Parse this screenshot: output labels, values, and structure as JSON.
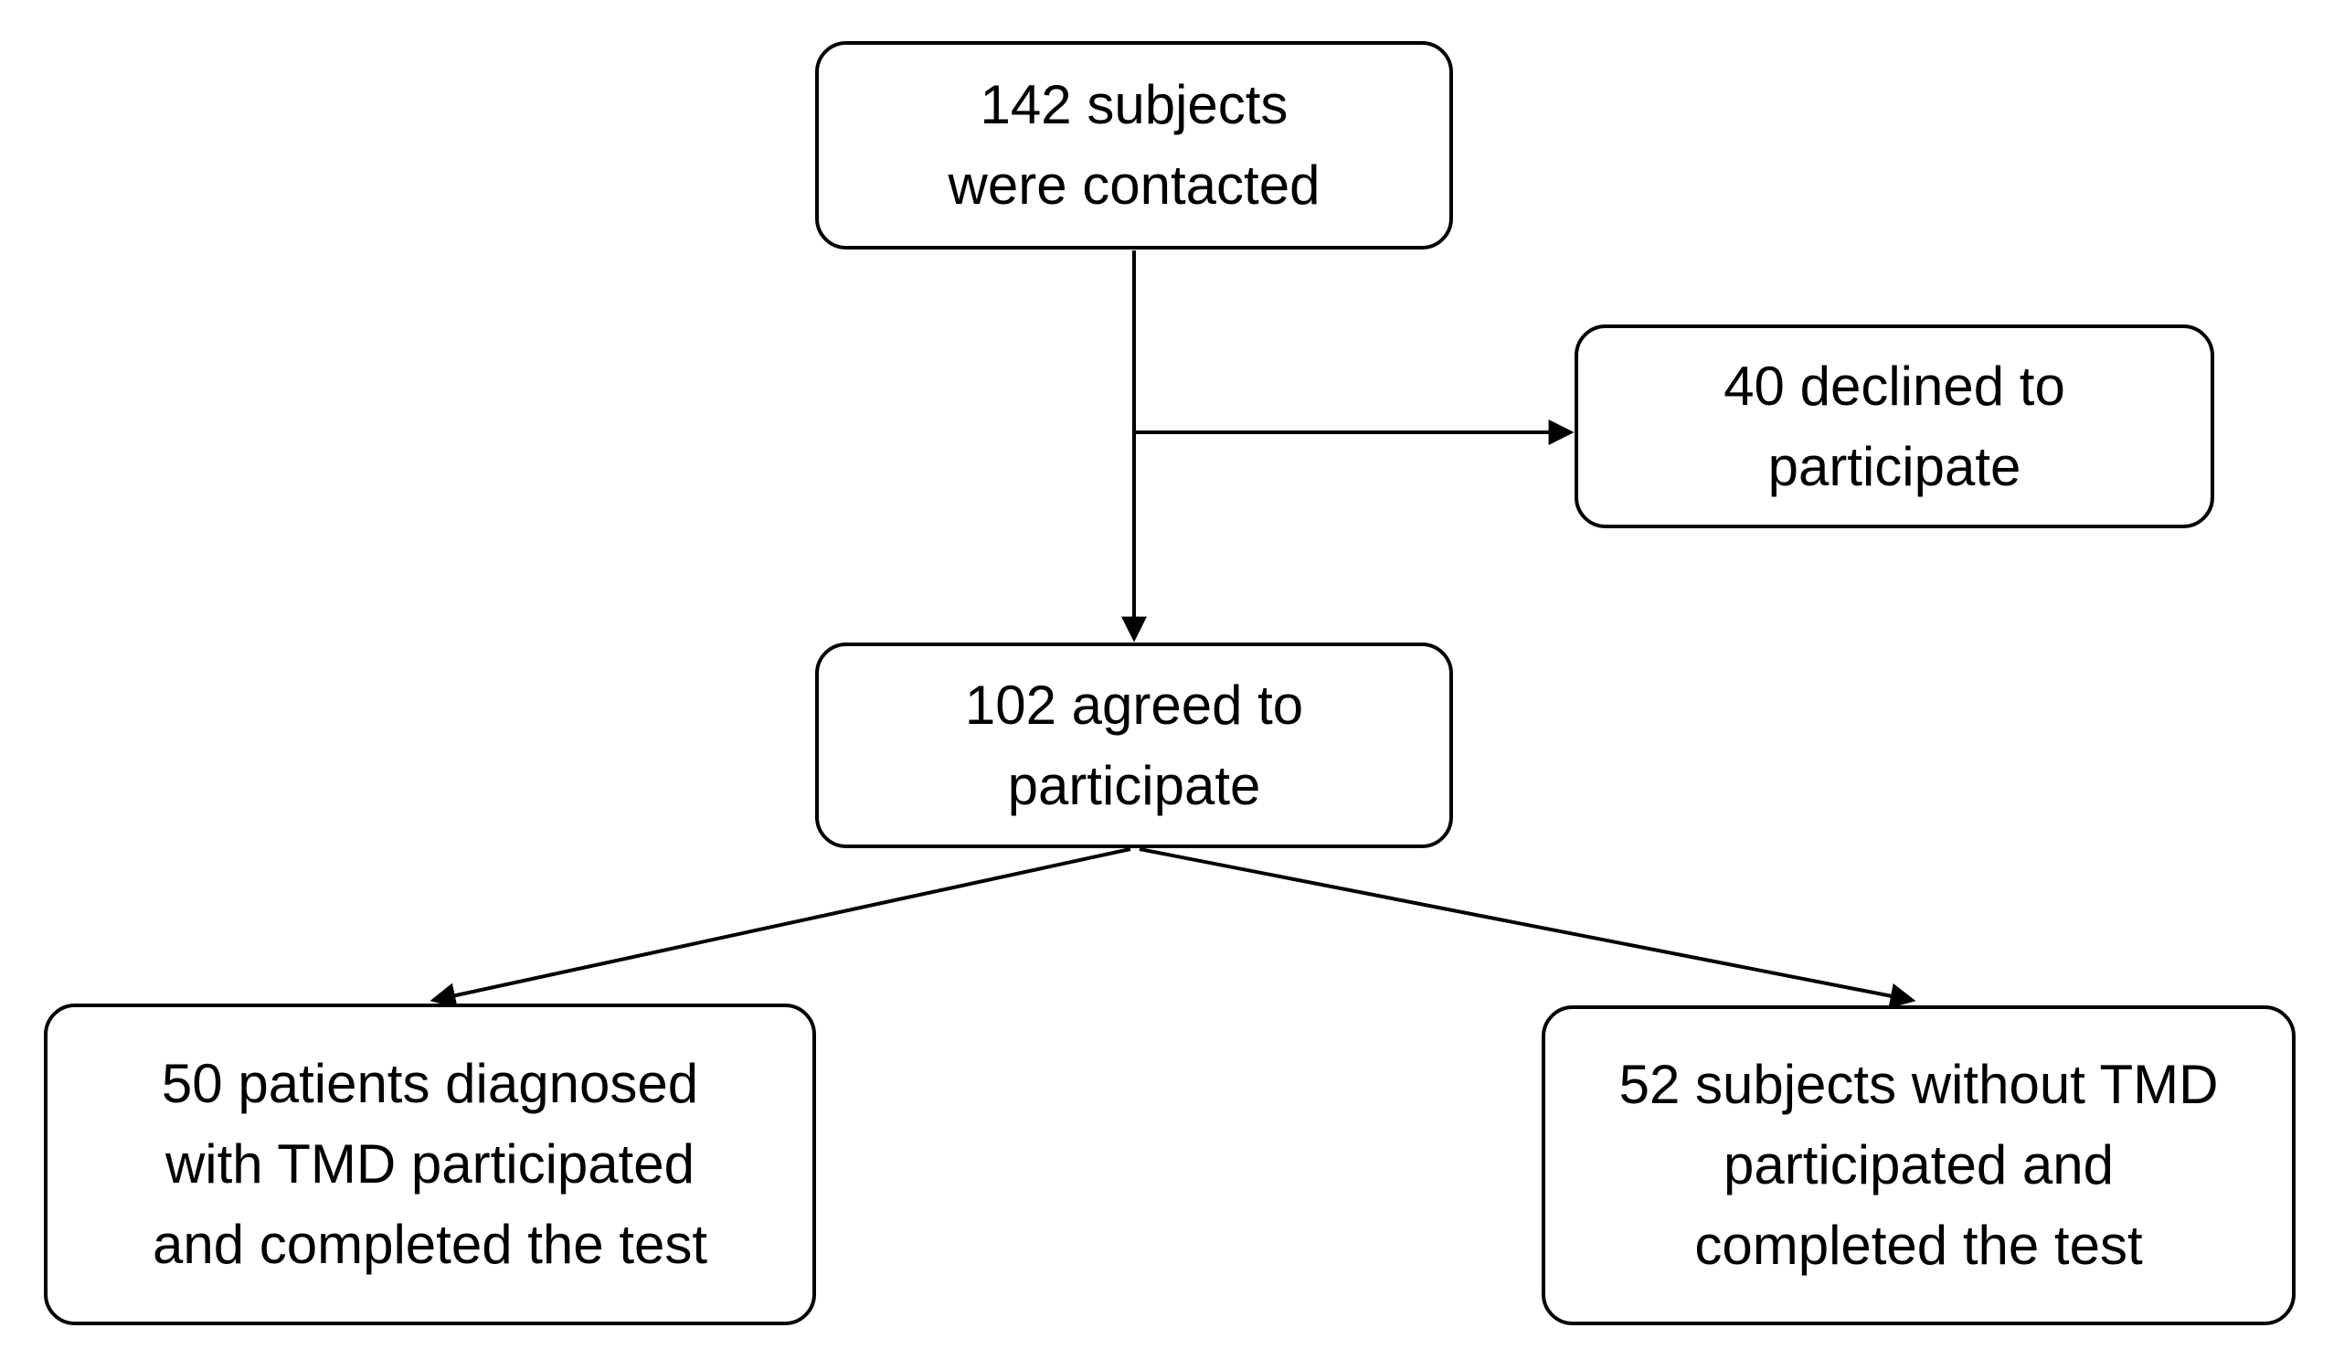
{
  "diagram": {
    "type": "flowchart",
    "boxes": {
      "contacted": {
        "lines": [
          "142 subjects",
          "were contacted"
        ]
      },
      "declined": {
        "lines": [
          "40 declined to",
          "participate"
        ]
      },
      "agreed": {
        "lines": [
          "102 agreed to",
          "participate"
        ]
      },
      "tmd_group": {
        "lines": [
          "50 patients diagnosed",
          "with TMD participated",
          "and completed the test"
        ]
      },
      "control_group": {
        "lines": [
          "52 subjects without TMD",
          "participated and",
          "completed the test"
        ]
      }
    },
    "edges": [
      {
        "from": "142 subjects were contacted",
        "to": "102 agreed to participate",
        "style": "arrow"
      },
      {
        "from": "142 subjects were contacted",
        "to": "40 declined to participate",
        "style": "arrow"
      },
      {
        "from": "102 agreed to participate",
        "to": "50 patients diagnosed with TMD participated and completed the test",
        "style": "arrow"
      },
      {
        "from": "102 agreed to participate",
        "to": "52 subjects without TMD participated and completed the test",
        "style": "arrow"
      }
    ],
    "colors": {
      "line": "#000000",
      "border": "#000000",
      "fill": "#ffffff",
      "text": "#000000",
      "background": "#ffffff"
    }
  }
}
